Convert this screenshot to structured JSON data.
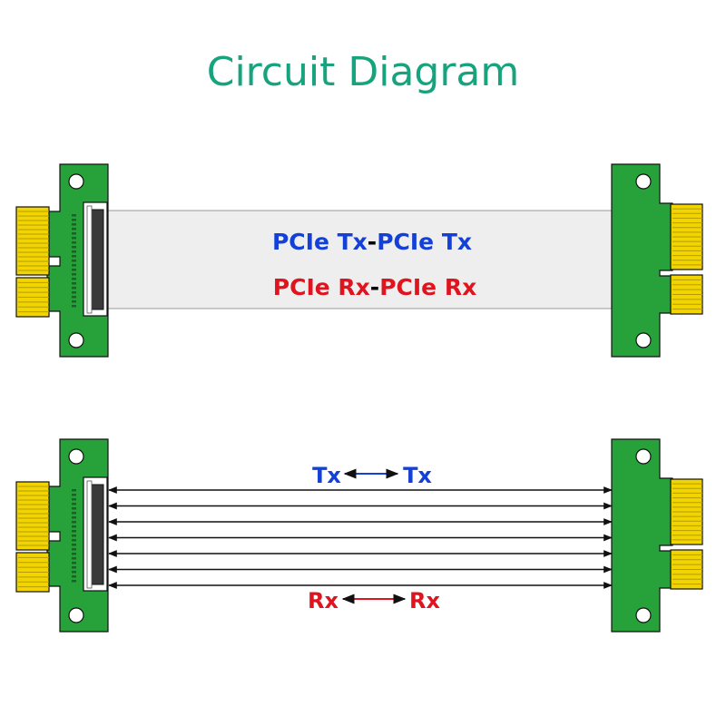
{
  "title": "Circuit Diagram",
  "top_cable": {
    "line_tx": {
      "left": "PCIe Tx",
      "sep": "-",
      "right": "PCIe Tx"
    },
    "line_rx": {
      "left": "PCIe Rx",
      "sep": "-",
      "right": "PCIe Rx"
    }
  },
  "bottom_cable": {
    "tx_label": {
      "left": "Tx",
      "right": "Tx"
    },
    "rx_label": {
      "left": "Rx",
      "right": "Rx"
    },
    "wire_count": 7
  },
  "colors": {
    "title": "#16a37e",
    "tx": "#1240d8",
    "rx": "#e0141e",
    "separator": "#000000",
    "pcb": "#27a13a",
    "gold": "#f2d500",
    "ribbon": "#eeeeee",
    "outline": "#111111",
    "wire": "#111111"
  }
}
